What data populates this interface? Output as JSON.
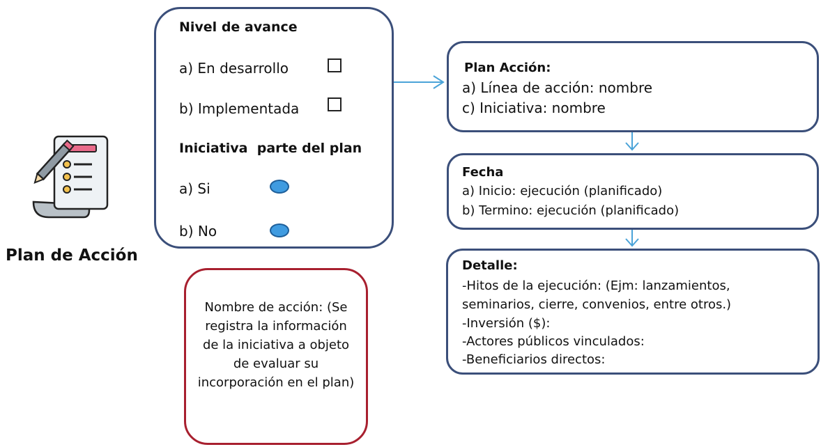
{
  "left_panel": {
    "title": "Plan de Acción",
    "icon": "checklist-document-icon"
  },
  "nivel_box": {
    "heading": "Nivel de avance",
    "option_a": "a) En desarrollo",
    "option_b": "b) Implementada",
    "heading2": "Iniciativa  parte del plan",
    "radio_a": "a) Si",
    "radio_b": "b) No"
  },
  "nombre_box": {
    "text": "Nombre de acción: (Se registra la información de la iniciativa a objeto de evaluar su incorporación en el plan)"
  },
  "plan_box": {
    "heading": "Plan Acción:",
    "line1": "a) Línea de acción: nombre",
    "line2": "c) Iniciativa: nombre"
  },
  "fecha_box": {
    "heading": "Fecha",
    "line1": "a) Inicio: ejecución (planificado)",
    "line2": "b) Termino: ejecución (planificado)"
  },
  "detalle_box": {
    "heading": "Detalle:",
    "line1": "-Hitos de la ejecución: (Ejm: lanzamientos,",
    "line2": "seminarios, cierre, convenios, entre otros.)",
    "line3": "-Inversión ($):",
    "line4": "-Actores públicos vinculados:",
    "line5": "-Beneficiarios directos:"
  },
  "colors": {
    "box_border": "#3b4f7a",
    "nombre_border": "#a8202f",
    "connector": "#4aa3d8",
    "radio_fill": "#3f9be0"
  }
}
